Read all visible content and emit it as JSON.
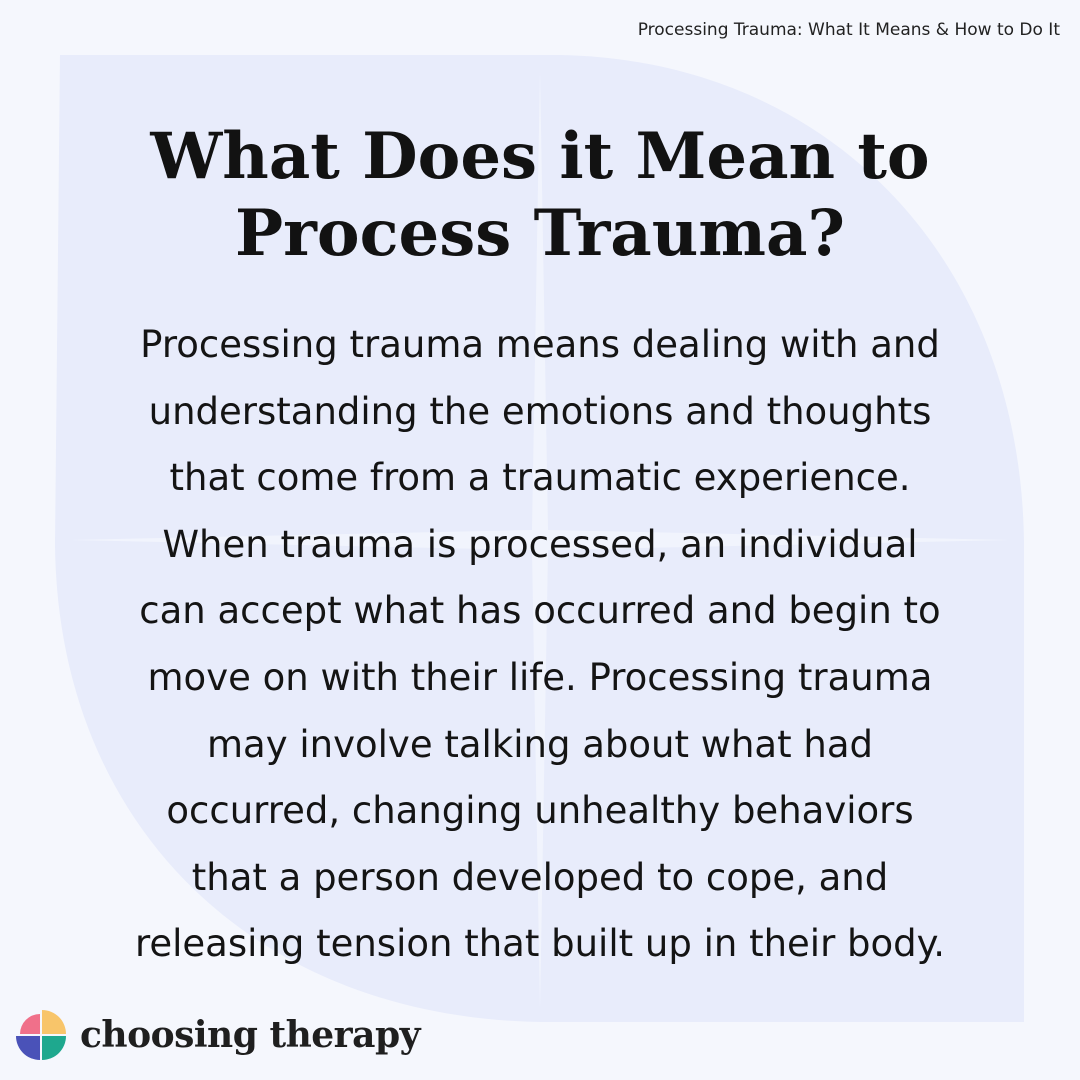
{
  "page": {
    "caption": "Processing Trauma: What It Means & How to Do It",
    "headline": {
      "line_1": "What Does it Mean to",
      "line_2": "Process Trauma?"
    },
    "body_lines": [
      "Processing trauma means dealing with and",
      "understanding the emotions and thoughts",
      "that come from a traumatic experience.",
      "When trauma is processed, an individual",
      "can accept what has occurred and begin to",
      "move on with their life. Processing trauma",
      "may involve talking about what had",
      "occurred, changing unhealthy behaviors",
      "that a person developed to cope, and",
      "releasing tension that built up in their body."
    ]
  },
  "brand": {
    "name": "choosing therapy",
    "logo_icon": "quadrant-leaf-icon"
  },
  "colors": {
    "background": "#f5f7fd",
    "shape": "#e8ecfb",
    "text": "#141414",
    "logo_pink": "#f0708a",
    "logo_yellow": "#f8c56a",
    "logo_purple": "#4a52b8",
    "logo_teal": "#1ea88e"
  }
}
